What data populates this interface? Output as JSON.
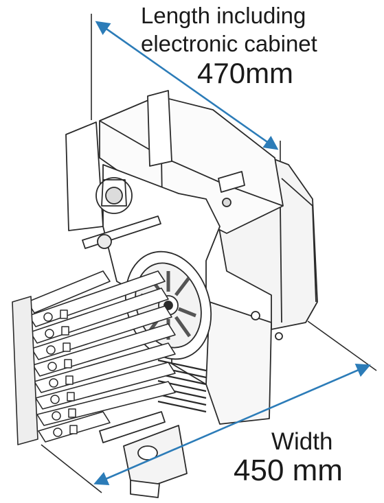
{
  "dimensions": {
    "length": {
      "label_line1": "Length including",
      "label_line2": "electronic cabinet",
      "value": "470mm"
    },
    "width": {
      "label": "Width",
      "value": "450 mm"
    }
  },
  "colors": {
    "dimension_arrow": "#2c7cb8",
    "ink": "#2a2a2a",
    "paper": "#ffffff"
  },
  "illustration": {
    "subject": "machine-unit-line-drawing"
  }
}
